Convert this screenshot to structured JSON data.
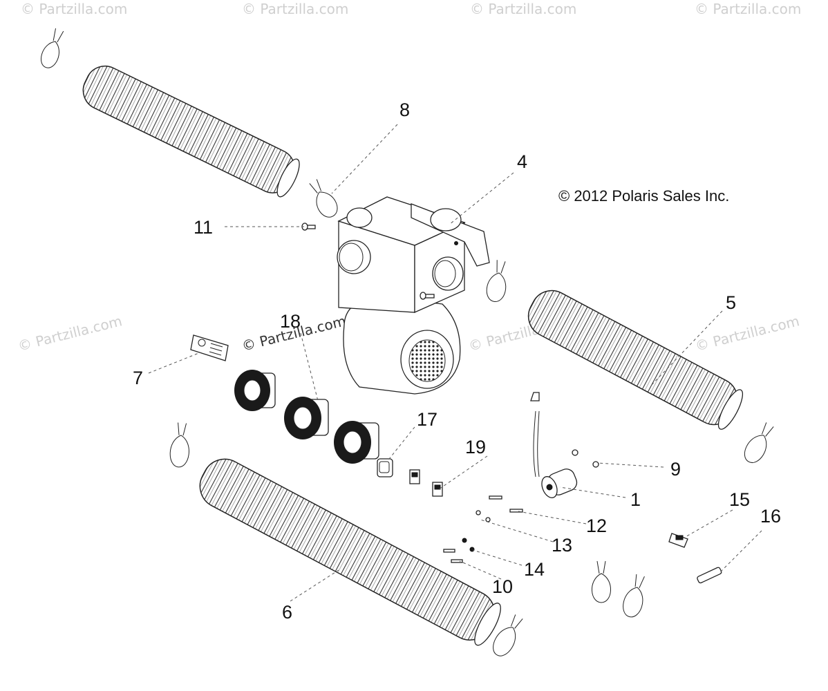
{
  "copyright": "© 2012 Polaris Sales Inc.",
  "watermark": "© Partzilla.com",
  "callouts": [
    {
      "id": "1",
      "label": "1"
    },
    {
      "id": "4",
      "label": "4"
    },
    {
      "id": "5",
      "label": "5"
    },
    {
      "id": "6",
      "label": "6"
    },
    {
      "id": "7",
      "label": "7"
    },
    {
      "id": "8",
      "label": "8"
    },
    {
      "id": "9",
      "label": "9"
    },
    {
      "id": "10",
      "label": "10"
    },
    {
      "id": "11",
      "label": "11"
    },
    {
      "id": "12",
      "label": "12"
    },
    {
      "id": "13",
      "label": "13"
    },
    {
      "id": "14",
      "label": "14"
    },
    {
      "id": "15",
      "label": "15"
    },
    {
      "id": "16",
      "label": "16"
    },
    {
      "id": "17",
      "label": "17"
    },
    {
      "id": "18",
      "label": "18"
    },
    {
      "id": "19",
      "label": "19"
    }
  ]
}
